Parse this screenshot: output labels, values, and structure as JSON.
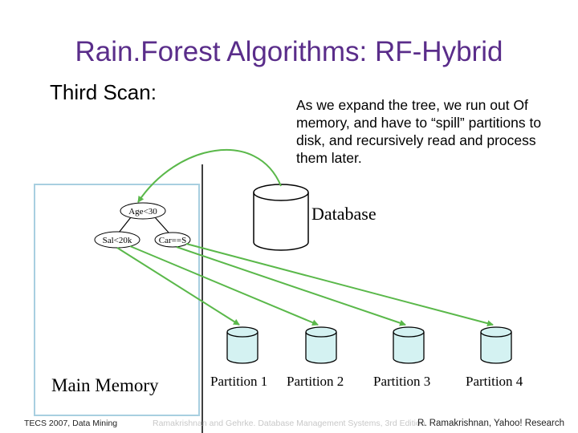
{
  "title": "Rain.Forest Algorithms: RF-Hybrid",
  "subtitle": "Third Scan:",
  "note": "As we expand the tree, we run out Of memory, and have to “spill” partitions to disk, and recursively read and process them later.",
  "tree": {
    "root": "Age<30",
    "left": "Sal<20k",
    "right": "Car==S"
  },
  "database_label": "Database",
  "memory_label": "Main Memory",
  "partitions": [
    "Partition 1",
    "Partition 2",
    "Partition 3",
    "Partition 4"
  ],
  "footer": {
    "left": "TECS 2007, Data Mining",
    "center": "Ramakrishnan and Gehrke. Database Management Systems, 3rd Edition.",
    "right": "R. Ramakrishnan, Yahoo! Research"
  },
  "colors": {
    "title": "#5a2d8a",
    "arrows": "#5ab84a",
    "cylinder_fill": "#d4f2f2",
    "memory_box": "#a8cfe0"
  }
}
